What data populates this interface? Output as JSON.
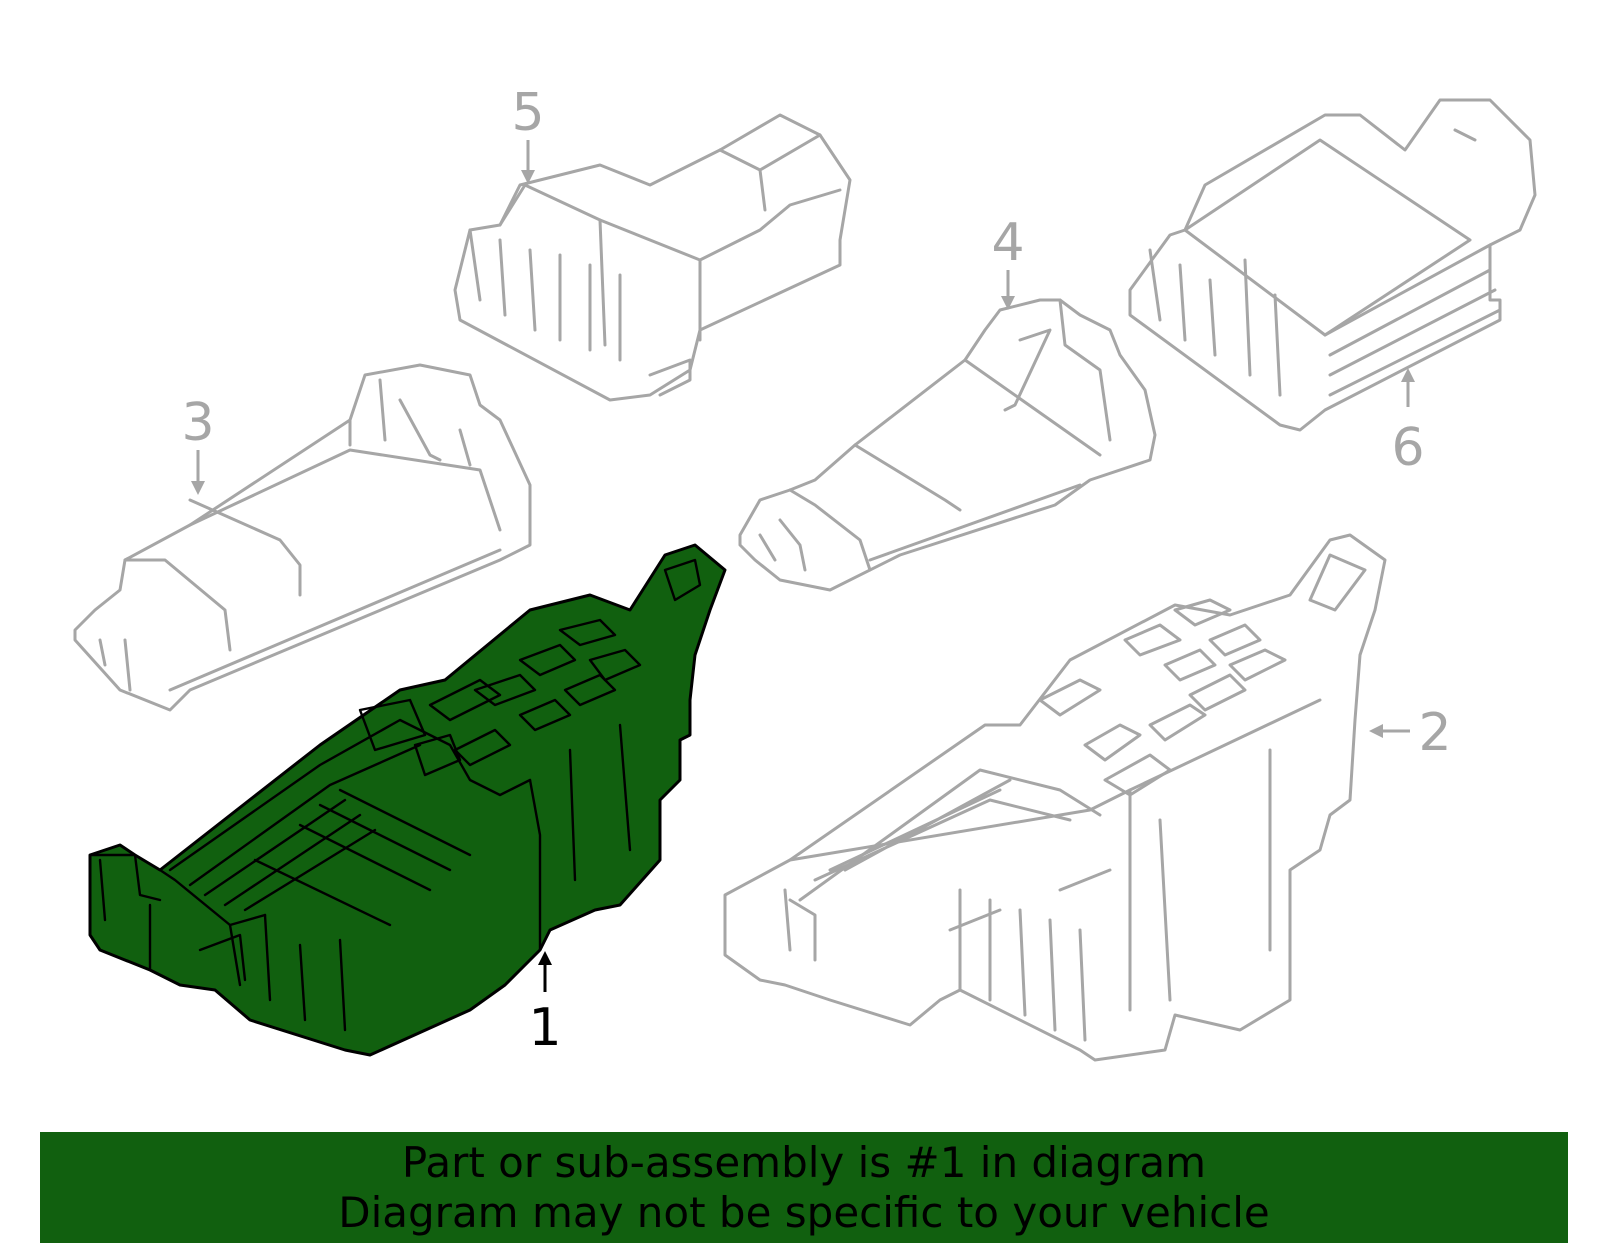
{
  "callouts": {
    "one": "1",
    "two": "2",
    "three": "3",
    "four": "4",
    "five": "5",
    "six": "6"
  },
  "banner": {
    "line1": "Part or sub-assembly is #1 in diagram",
    "line2": "Diagram may not be specific to your vehicle"
  },
  "colors": {
    "highlight": "#11600f",
    "outline_grey": "#a6a6a6",
    "outline_black": "#000000"
  }
}
